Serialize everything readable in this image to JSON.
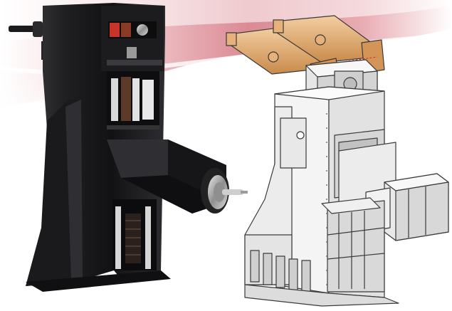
{
  "scene": {
    "subject": "machine-tool-column-and-spindle-head",
    "views": [
      "photo-black-column",
      "line-drawing-column"
    ],
    "colors": {
      "background": "#ffffff",
      "swoosh_light": "#f3d3d6",
      "swoosh_mid": "#d9848e",
      "swoosh_dark": "#c55a67",
      "casting_black": "#1d1d1f",
      "casting_dark": "#2b2b2e",
      "casting_highlight": "#4a4a4f",
      "drawing_fill": "#f2f2f2",
      "drawing_shadow": "#cfcfcf",
      "drawing_line": "#3a3a3a",
      "arm_orange": "#e7b27a",
      "arm_orange_dark": "#b97a3e",
      "accent_red": "#c8332a"
    }
  }
}
